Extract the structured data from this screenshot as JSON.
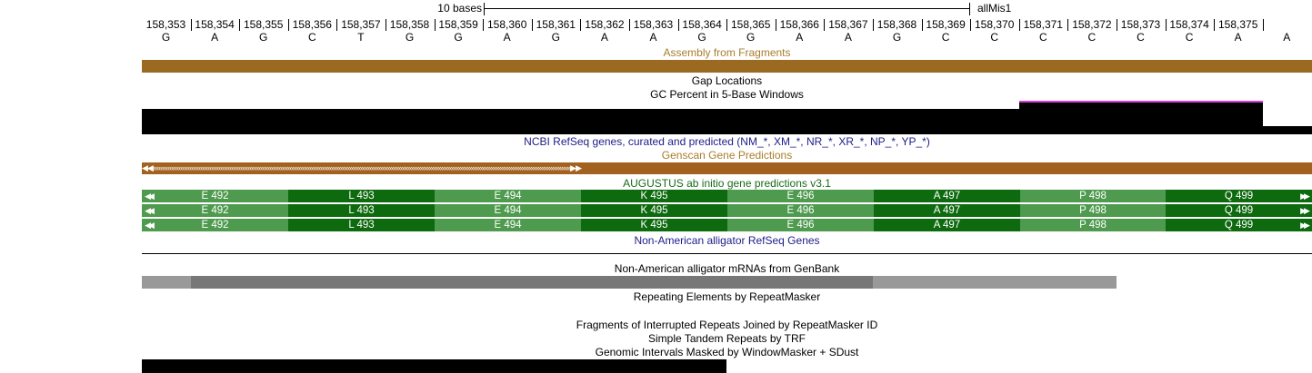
{
  "ruler": {
    "scale_label": "10 bases",
    "assembly_label": "allMis1",
    "coordinates": [
      "158,353",
      "158,354",
      "158,355",
      "158,356",
      "158,357",
      "158,358",
      "158,359",
      "158,360",
      "158,361",
      "158,362",
      "158,363",
      "158,364",
      "158,365",
      "158,366",
      "158,367",
      "158,368",
      "158,369",
      "158,370",
      "158,371",
      "158,372",
      "158,373",
      "158,374",
      "158,375"
    ],
    "bases": [
      "G",
      "A",
      "G",
      "C",
      "T",
      "G",
      "G",
      "A",
      "G",
      "A",
      "A",
      "G",
      "G",
      "A",
      "A",
      "G",
      "C",
      "C",
      "C",
      "C",
      "C",
      "C",
      "A",
      "A"
    ]
  },
  "tracks": {
    "assembly": "Assembly from Fragments",
    "gap": "Gap Locations",
    "gc": "GC Percent in 5-Base Windows",
    "refseq": "NCBI RefSeq genes, curated and predicted (NM_*, XM_*, NR_*, XR_*, NP_*, YP_*)",
    "genscan": "Genscan Gene Predictions",
    "augustus": "AUGUSTUS ab initio gene predictions v3.1",
    "xeno_refseq": "Non-American alligator RefSeq Genes",
    "xeno_mrna": "Non-American alligator mRNAs from GenBank",
    "repeatmasker": "Repeating Elements by RepeatMasker",
    "nested_repeats": "Fragments of Interrupted Repeats Joined by RepeatMasker ID",
    "simple_repeats": "Simple Tandem Repeats by TRF",
    "windowmasker": "Genomic Intervals Masked by WindowMasker + SDust"
  },
  "augustus_rows": [
    [
      "E 492",
      "L 493",
      "E 494",
      "K 495",
      "E 496",
      "A 497",
      "P 498",
      "Q 499"
    ],
    [
      "E 492",
      "L 493",
      "E 494",
      "K 495",
      "E 496",
      "A 497",
      "P 498",
      "Q 499"
    ],
    [
      "E 492",
      "L 493",
      "E 494",
      "K 495",
      "E 496",
      "A 497",
      "P 498",
      "Q 499"
    ]
  ],
  "colors": {
    "assembly": "#9a6a22",
    "genscan": "#a2611e",
    "track_label_assembly": "#a87d2c",
    "track_label_blue": "#1c1c8a",
    "track_label_green": "#1a6b1a",
    "aa_light": "#4e9a4e",
    "aa_dark": "#0e6a0e",
    "gc_line": "#d83cd8",
    "mrna_light": "#999999",
    "mrna_dark": "#777777"
  }
}
